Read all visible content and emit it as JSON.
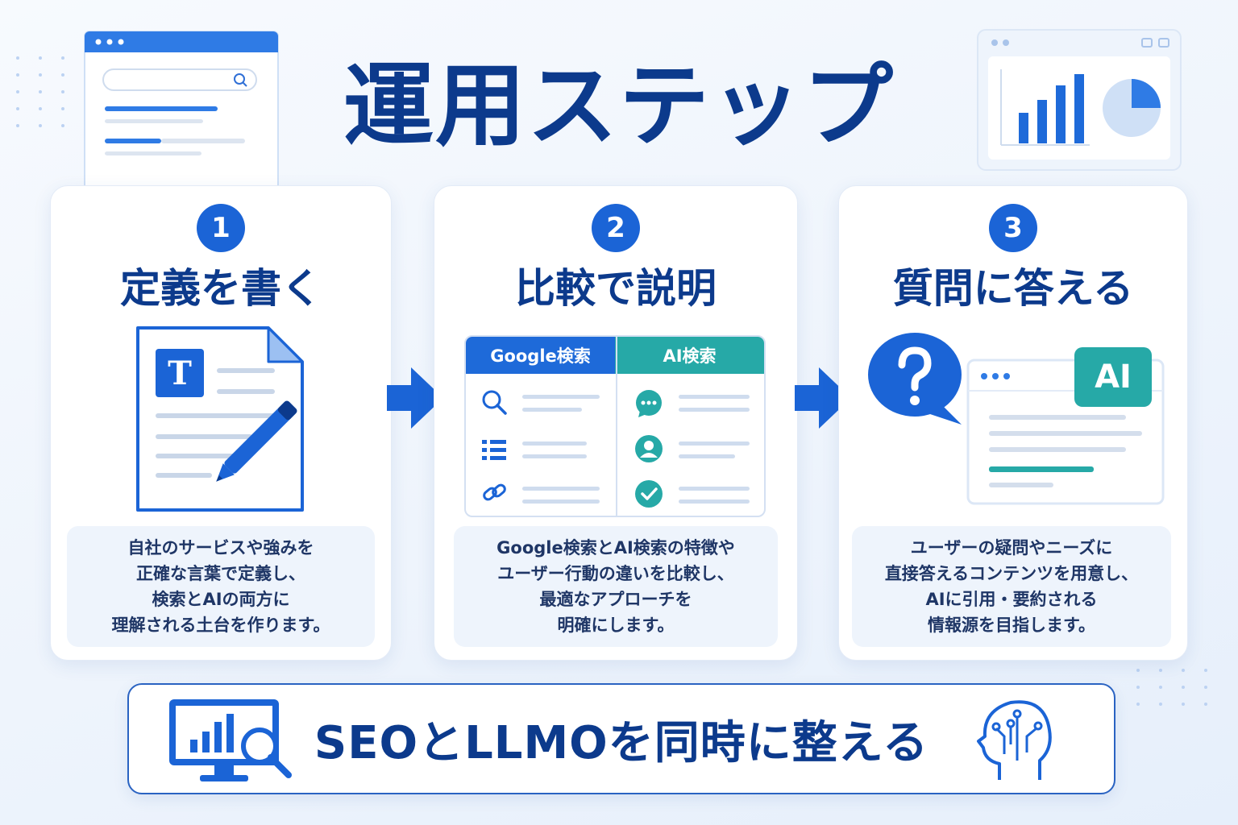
{
  "title": "運用ステップ",
  "steps": [
    {
      "number": "1",
      "title": "定義を書く",
      "doc_letter": "T",
      "description": [
        "自社のサービスや強みを",
        "正確な言葉で定義し、",
        "検索とAIの両方に",
        "理解される土台を作ります。"
      ]
    },
    {
      "number": "2",
      "title": "比較で説明",
      "compare": {
        "left_label": "Google検索",
        "right_label": "AI検索"
      },
      "description": [
        "Google検索とAI検索の特徴や",
        "ユーザー行動の違いを比較し、",
        "最適なアプローチを",
        "明確にします。"
      ]
    },
    {
      "number": "3",
      "title": "質問に答える",
      "ai_badge": "AI",
      "description": [
        "ユーザーの疑問やニーズに",
        "直接答えるコンテンツを用意し、",
        "AIに引用・要約される",
        "情報源を目指します。"
      ]
    }
  ],
  "bottom_banner": {
    "text": "SEOとLLMOを同時に整える"
  },
  "icons": [
    "browser-search-icon",
    "dashboard-chart-icon",
    "document-edit-icon",
    "comparison-table-icon",
    "question-bubble-icon",
    "monitor-analytics-icon",
    "ai-head-icon",
    "arrow-right-icon"
  ],
  "colors": {
    "navy": "#0c3a8c",
    "blue": "#1b64d6",
    "teal": "#26a9a7",
    "panel": "#eef4fc"
  }
}
